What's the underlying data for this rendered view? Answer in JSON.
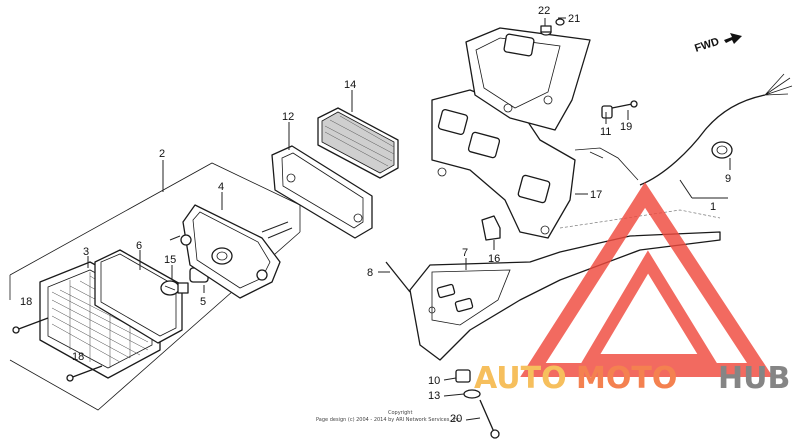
{
  "diagram": {
    "fwd_label": "FWD",
    "copyright_line1": "Copyright",
    "copyright_line2": "Page design (c) 2004 - 2014 by ARI Network Services, Inc.",
    "callouts": [
      {
        "id": "c1",
        "text": "1"
      },
      {
        "id": "c2",
        "text": "2"
      },
      {
        "id": "c3",
        "text": "3"
      },
      {
        "id": "c4",
        "text": "4"
      },
      {
        "id": "c5",
        "text": "5"
      },
      {
        "id": "c6",
        "text": "6"
      },
      {
        "id": "c7",
        "text": "7"
      },
      {
        "id": "c8",
        "text": "8"
      },
      {
        "id": "c9",
        "text": "9"
      },
      {
        "id": "c10",
        "text": "10"
      },
      {
        "id": "c11",
        "text": "11"
      },
      {
        "id": "c12",
        "text": "12"
      },
      {
        "id": "c13",
        "text": "13"
      },
      {
        "id": "c14",
        "text": "14"
      },
      {
        "id": "c15",
        "text": "15"
      },
      {
        "id": "c16",
        "text": "16"
      },
      {
        "id": "c17",
        "text": "17"
      },
      {
        "id": "c18a",
        "text": "18"
      },
      {
        "id": "c18b",
        "text": "18"
      },
      {
        "id": "c19",
        "text": "19"
      },
      {
        "id": "c20",
        "text": "20"
      },
      {
        "id": "c21",
        "text": "21"
      },
      {
        "id": "c22",
        "text": "22"
      }
    ]
  },
  "watermark": {
    "word_auto": "AUTO",
    "word_moto": "MOTO",
    "word_hub": "HUB",
    "colors": {
      "auto": "#f5b23a",
      "moto": "#f2662a",
      "hub": "#6b6b6b",
      "triangle": "#f04a3e"
    }
  }
}
